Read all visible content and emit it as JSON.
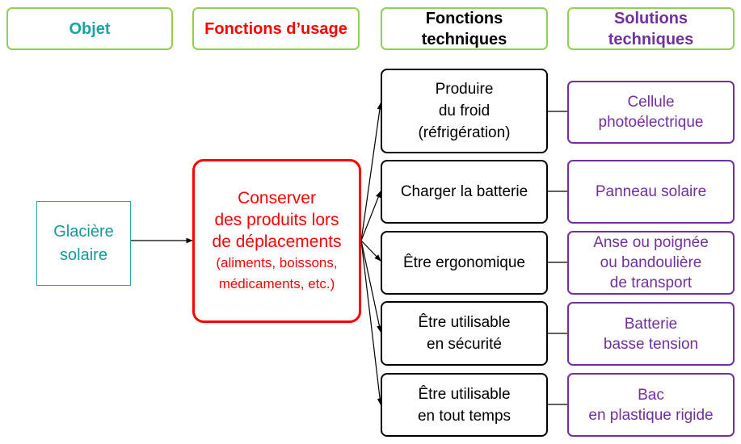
{
  "headers": {
    "objet": "Objet",
    "fonctions_usage": "Fonctions d’usage",
    "fonctions_techniques": [
      "Fonctions",
      "techniques"
    ],
    "solutions_techniques": [
      "Solutions",
      "techniques"
    ]
  },
  "colors": {
    "header_border": "#92d050",
    "objet": "#159999",
    "usage": "#ff0000",
    "technique": "#000000",
    "solution": "#7030a0"
  },
  "objet": [
    "Glacière",
    "solaire"
  ],
  "fonction_usage": {
    "main": [
      "Conserver",
      "des produits lors",
      "de déplacements"
    ],
    "detail": [
      "(aliments, boissons,",
      "médicaments, etc.)"
    ]
  },
  "fonctions_techniques": [
    [
      "Produire",
      "du froid",
      "(réfrigération)"
    ],
    [
      "Charger la batterie"
    ],
    [
      "Être ergonomique"
    ],
    [
      "Être utilisable",
      "en sécurité"
    ],
    [
      "Être utilisable",
      "en tout temps"
    ]
  ],
  "solutions_techniques": [
    [
      "Cellule",
      "photoélectrique"
    ],
    [
      "Panneau solaire"
    ],
    [
      "Anse ou poignée",
      "ou bandoulière",
      "de transport"
    ],
    [
      "Batterie",
      "basse tension"
    ],
    [
      "Bac",
      "en plastique rigide"
    ]
  ]
}
